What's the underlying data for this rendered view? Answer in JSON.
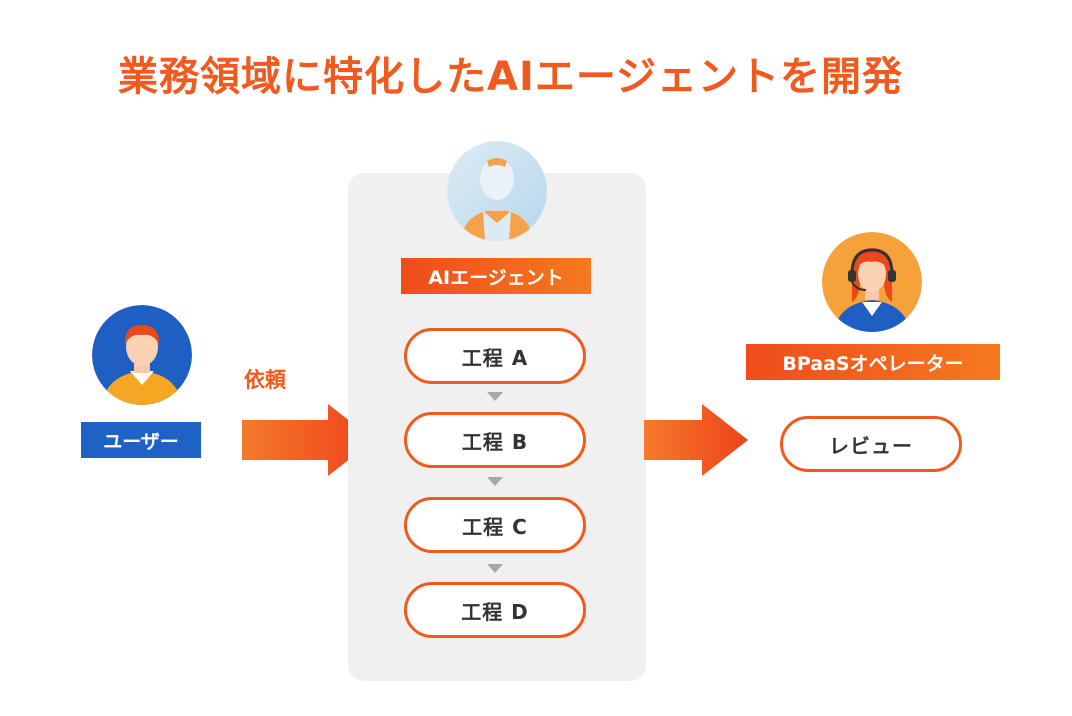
{
  "title": "業務領域に特化したAIエージェントを開発",
  "user": {
    "label": "ユーザー"
  },
  "request_label": "依頼",
  "agent": {
    "label": "AIエージェント",
    "steps": [
      "工程 A",
      "工程 B",
      "工程 C",
      "工程 D"
    ]
  },
  "operator": {
    "label": "BPaaSオペレーター",
    "action": "レビュー"
  },
  "colors": {
    "accent": "#f25a1d",
    "user_blue": "#1f62c6",
    "panel_gray": "#f0f0f0"
  }
}
